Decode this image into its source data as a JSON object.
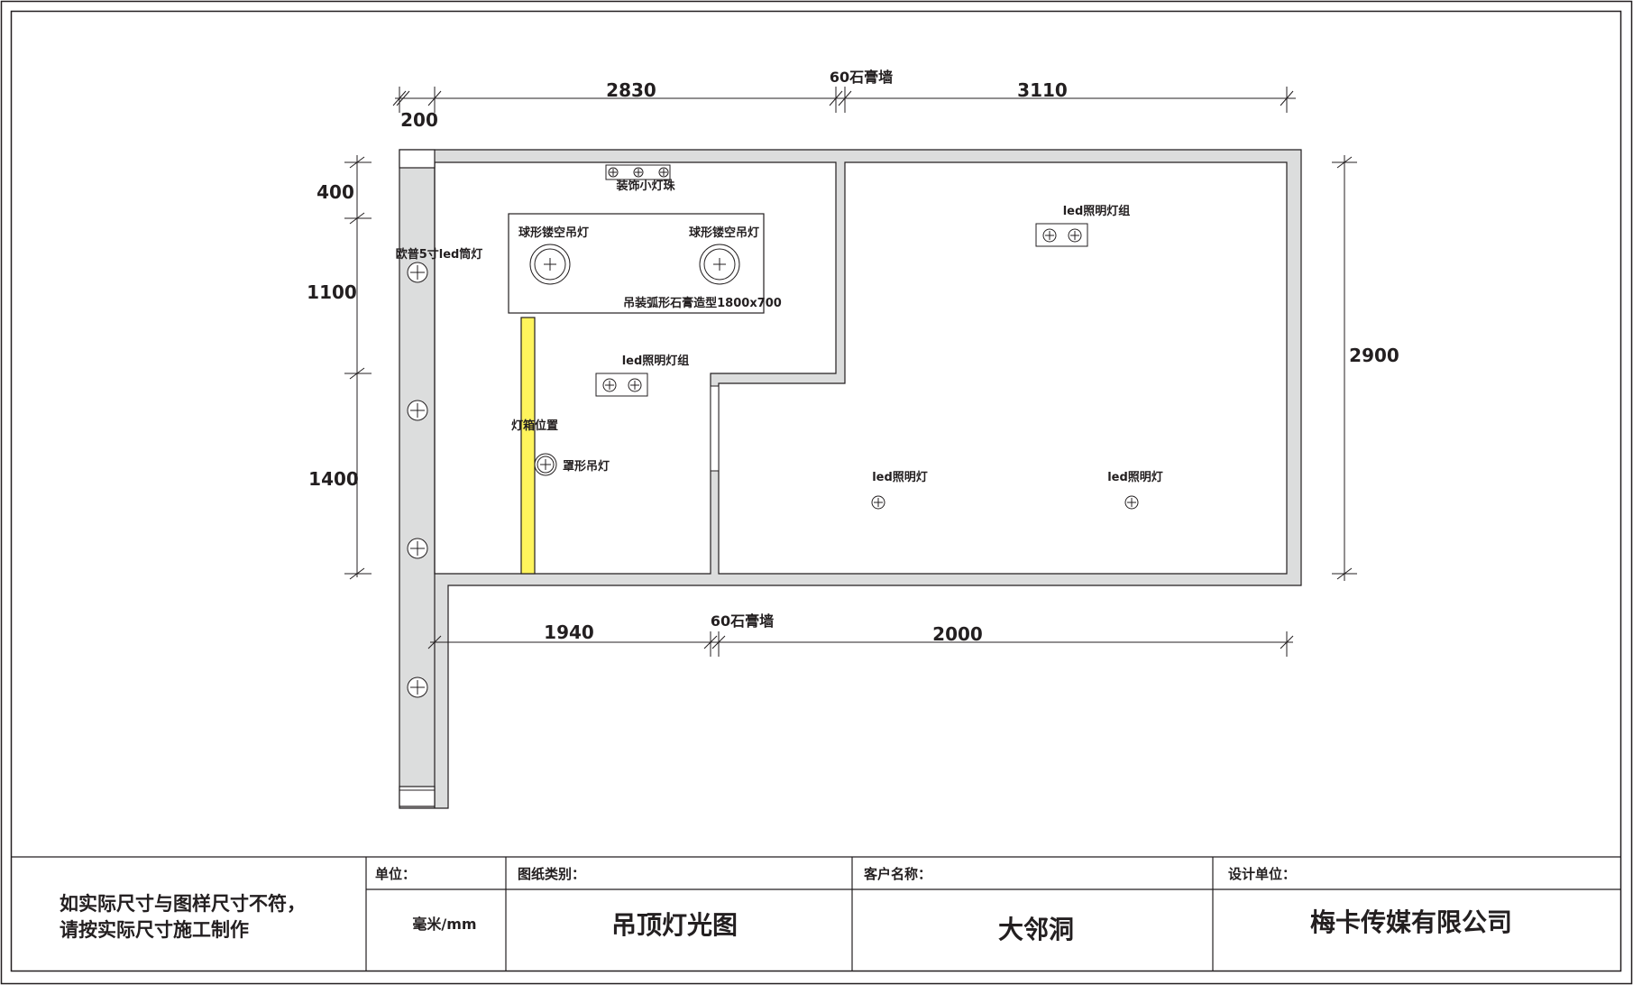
{
  "dimensions": {
    "top": [
      "200",
      "2830",
      "3110"
    ],
    "top_wall_note": "60石膏墙",
    "left": [
      "400",
      "1100",
      "1400"
    ],
    "right": "2900",
    "bottom": [
      "1940",
      "2000"
    ],
    "bottom_wall_note": "60石膏墙"
  },
  "labels": {
    "decor_beads": "装饰小灯珠",
    "ball_lamp_1": "球形镂空吊灯",
    "ball_lamp_2": "球形镂空吊灯",
    "gypsum_shape": "吊装弧形石膏造型1800x700",
    "downlight": "欧普5寸led筒灯",
    "led_group_1": "led照明灯组",
    "led_group_2": "led照明灯组",
    "lightbox": "灯箱位置",
    "cover_lamp": "罩形吊灯",
    "led_light_1": "led照明灯",
    "led_light_2": "led照明灯"
  },
  "title_block": {
    "note_line1": "如实际尺寸与图样尺寸不符，",
    "note_line2": "请按实际尺寸施工制作",
    "unit_label": "单位：",
    "unit_value": "毫米/mm",
    "type_label": "图纸类别：",
    "type_value": "吊顶灯光图",
    "client_label": "客户名称：",
    "client_value": "大邻洞",
    "designer_label": "设计单位：",
    "designer_value": "梅卡传媒有限公司"
  },
  "colors": {
    "wall_fill": "#dcdddd",
    "lightbox_fill": "#fff45c",
    "line": "#231f20"
  },
  "icons": {
    "light_fixture": "circle-cross-icon"
  }
}
